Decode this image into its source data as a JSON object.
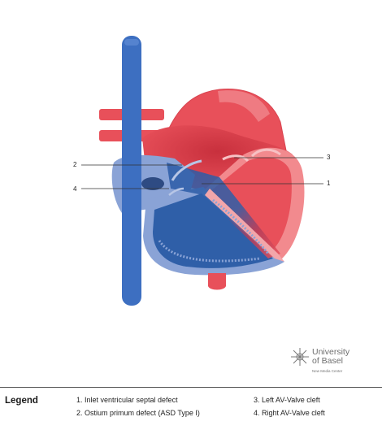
{
  "callouts": [
    {
      "number": "1"
    },
    {
      "number": "2"
    },
    {
      "number": "3"
    },
    {
      "number": "4"
    }
  ],
  "logo": {
    "name_line1": "University",
    "name_line2": "of Basel",
    "subtitle": "New Media Center"
  },
  "legend": {
    "title": "Legend",
    "items": [
      {
        "text": "1. Inlet ventricular septal defect"
      },
      {
        "text": "2. Ostium primum defect (ASD Type I)"
      },
      {
        "text": "3. Left AV-Valve cleft"
      },
      {
        "text": "4. Right AV-Valve cleft"
      }
    ]
  },
  "colors": {
    "oxygenated": "#e8505a",
    "oxygenated_light": "#f28a8e",
    "deoxygenated": "#2f5fa8",
    "deoxygenated_light": "#8aa3d6",
    "callout_line": "#333333"
  }
}
